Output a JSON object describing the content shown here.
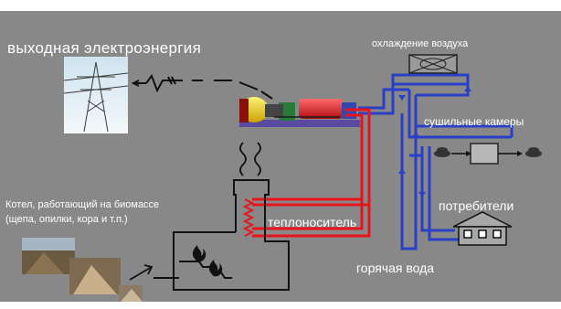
{
  "labels": {
    "output_power": "выходная электроэнергия",
    "air_cooling": "охлаждение воздуха",
    "drying_chambers": "сушильные камеры",
    "consumers": "потребители",
    "boiler_line1": "Котел, работающий на биомассе",
    "boiler_line2": "(щепа, опилки, кора и т.п.)",
    "heat_carrier": "теплоноситель",
    "hot_water": "горячая вода"
  },
  "colors": {
    "background": "#888888",
    "hot_loop": "#e8141c",
    "cold_loop": "#2a3fc8",
    "line": "#111111",
    "text": "#ffffff"
  },
  "icons": [
    "transmission-tower-icon",
    "generator-icon",
    "air-cooler-icon",
    "drying-chamber-icon",
    "house-icon",
    "boiler-icon",
    "fire-icon",
    "smoke-icon",
    "biomass-photo-icon"
  ]
}
